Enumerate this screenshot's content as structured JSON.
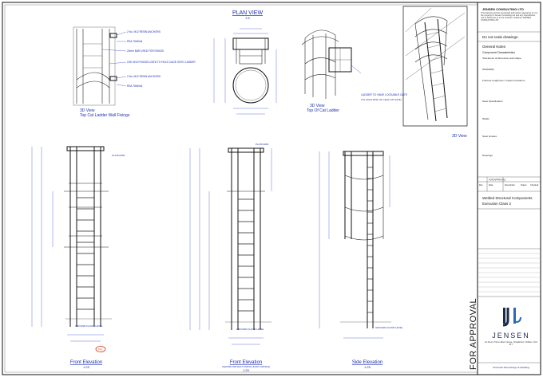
{
  "drawing": {
    "plan_view_title": "PLAN VIEW",
    "plan_view_scale": "1:5",
    "detail_left_title": "3D View",
    "detail_left_subtitle": "Top Cat Ladder Wall Fixings",
    "detail_mid_title": "3D View",
    "detail_mid_subtitle": "Top Of Cat Ladder",
    "detail_right_title": "3D View",
    "callouts_left": [
      "2 No. M12 RESIN ANCHORS",
      "RSA 75x50x6",
      "20mm BAR USED FOR RUNGS",
      "CSK M10 FIXINGS USED TO HOLD CAGE ONTO LADDER",
      "2 No. M12 RESIN ANCHORS",
      "RSA 75x50x6"
    ],
    "callout_gate": "LADDER TO HAVE LOCKABLE GATE",
    "callout_gate_sub": "(TO HOLD RISK OF LEAK ON GATE)",
    "elevations": [
      {
        "title": "Front Elevation",
        "scale": "1:25"
      },
      {
        "title": "Front Elevation",
        "subtitle": "(SHOWN WITHOUT PROP HOOP FIXINGS)",
        "scale": "1:25"
      },
      {
        "title": "Side Elevation",
        "scale": "1:25"
      }
    ],
    "tag_label": "FFL",
    "platform_label": "PLATFORM",
    "ground_label": "GROUND FLOOR LEVEL"
  },
  "title_block": {
    "company": "JENSEN CONSULTING LTD",
    "copyright": "This drawing and the associated information appearing on it is the property of Jensen Consulting Ltd and any reproduction, use or disclosure is in the strictest confidence JENSEN CONSULTING LTD",
    "no_scale": "Do not scale drawings.",
    "notes_heading": "General Notes",
    "component_heading": "Component Characteristics",
    "notes": [
      "Tolerances of dimension and shape",
      "Weldability",
      "Fracture toughness / Impact resistance",
      "Steel Specification",
      "Welds",
      "Steel Grades",
      "Drawings"
    ],
    "project_line1": "Welded Structural Components",
    "project_line2": "Execution Class 2",
    "revision_headers": [
      "Rev",
      "Date",
      "Description",
      "Drawn",
      "Checked"
    ],
    "revision_first": "FOR APPROVAL",
    "status": "FOR APPROVAL",
    "logo_name": "JENSEN",
    "address": "1st Floor, Prince Albert House, Chadderton, Oldham, OL9 9TY",
    "footer_link": "Structural Steel Design & Detailing"
  }
}
